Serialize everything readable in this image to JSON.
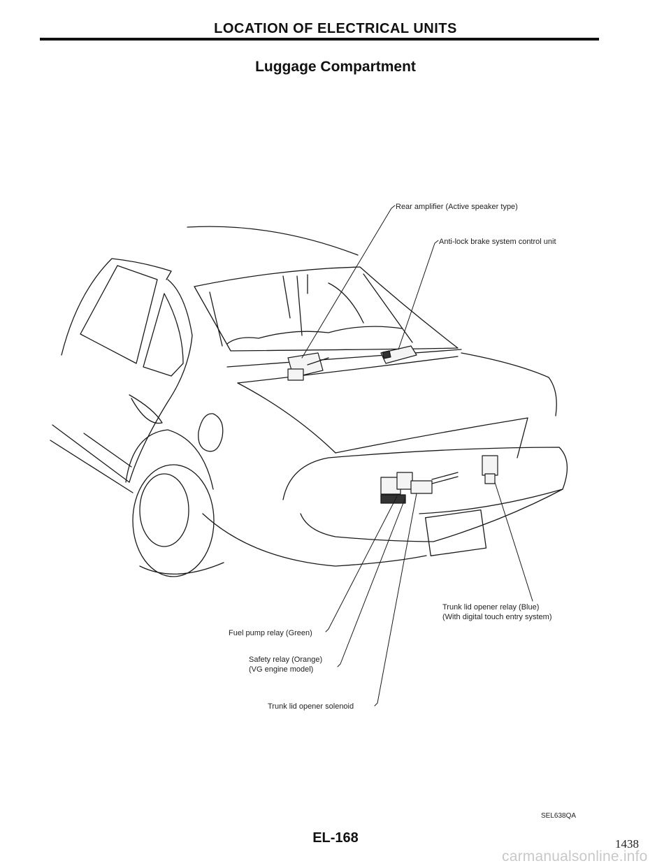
{
  "header": {
    "title": "LOCATION OF ELECTRICAL UNITS",
    "subtitle": "Luggage Compartment"
  },
  "callouts": {
    "rear_amplifier": "Rear amplifier (Active speaker type)",
    "abs_control_unit": "Anti-lock brake system control unit",
    "trunk_opener_relay_line1": "Trunk lid opener relay (Blue)",
    "trunk_opener_relay_line2": "(With digital touch entry system)",
    "fuel_pump_relay": "Fuel pump relay (Green)",
    "safety_relay_line1": "Safety relay (Orange)",
    "safety_relay_line2": "(VG engine model)",
    "trunk_opener_solenoid": "Trunk lid opener solenoid"
  },
  "figure_code": "SEL638QA",
  "footer": {
    "page_label": "EL-168",
    "page_count": "1438",
    "watermark": "carmanualsonline.info"
  }
}
